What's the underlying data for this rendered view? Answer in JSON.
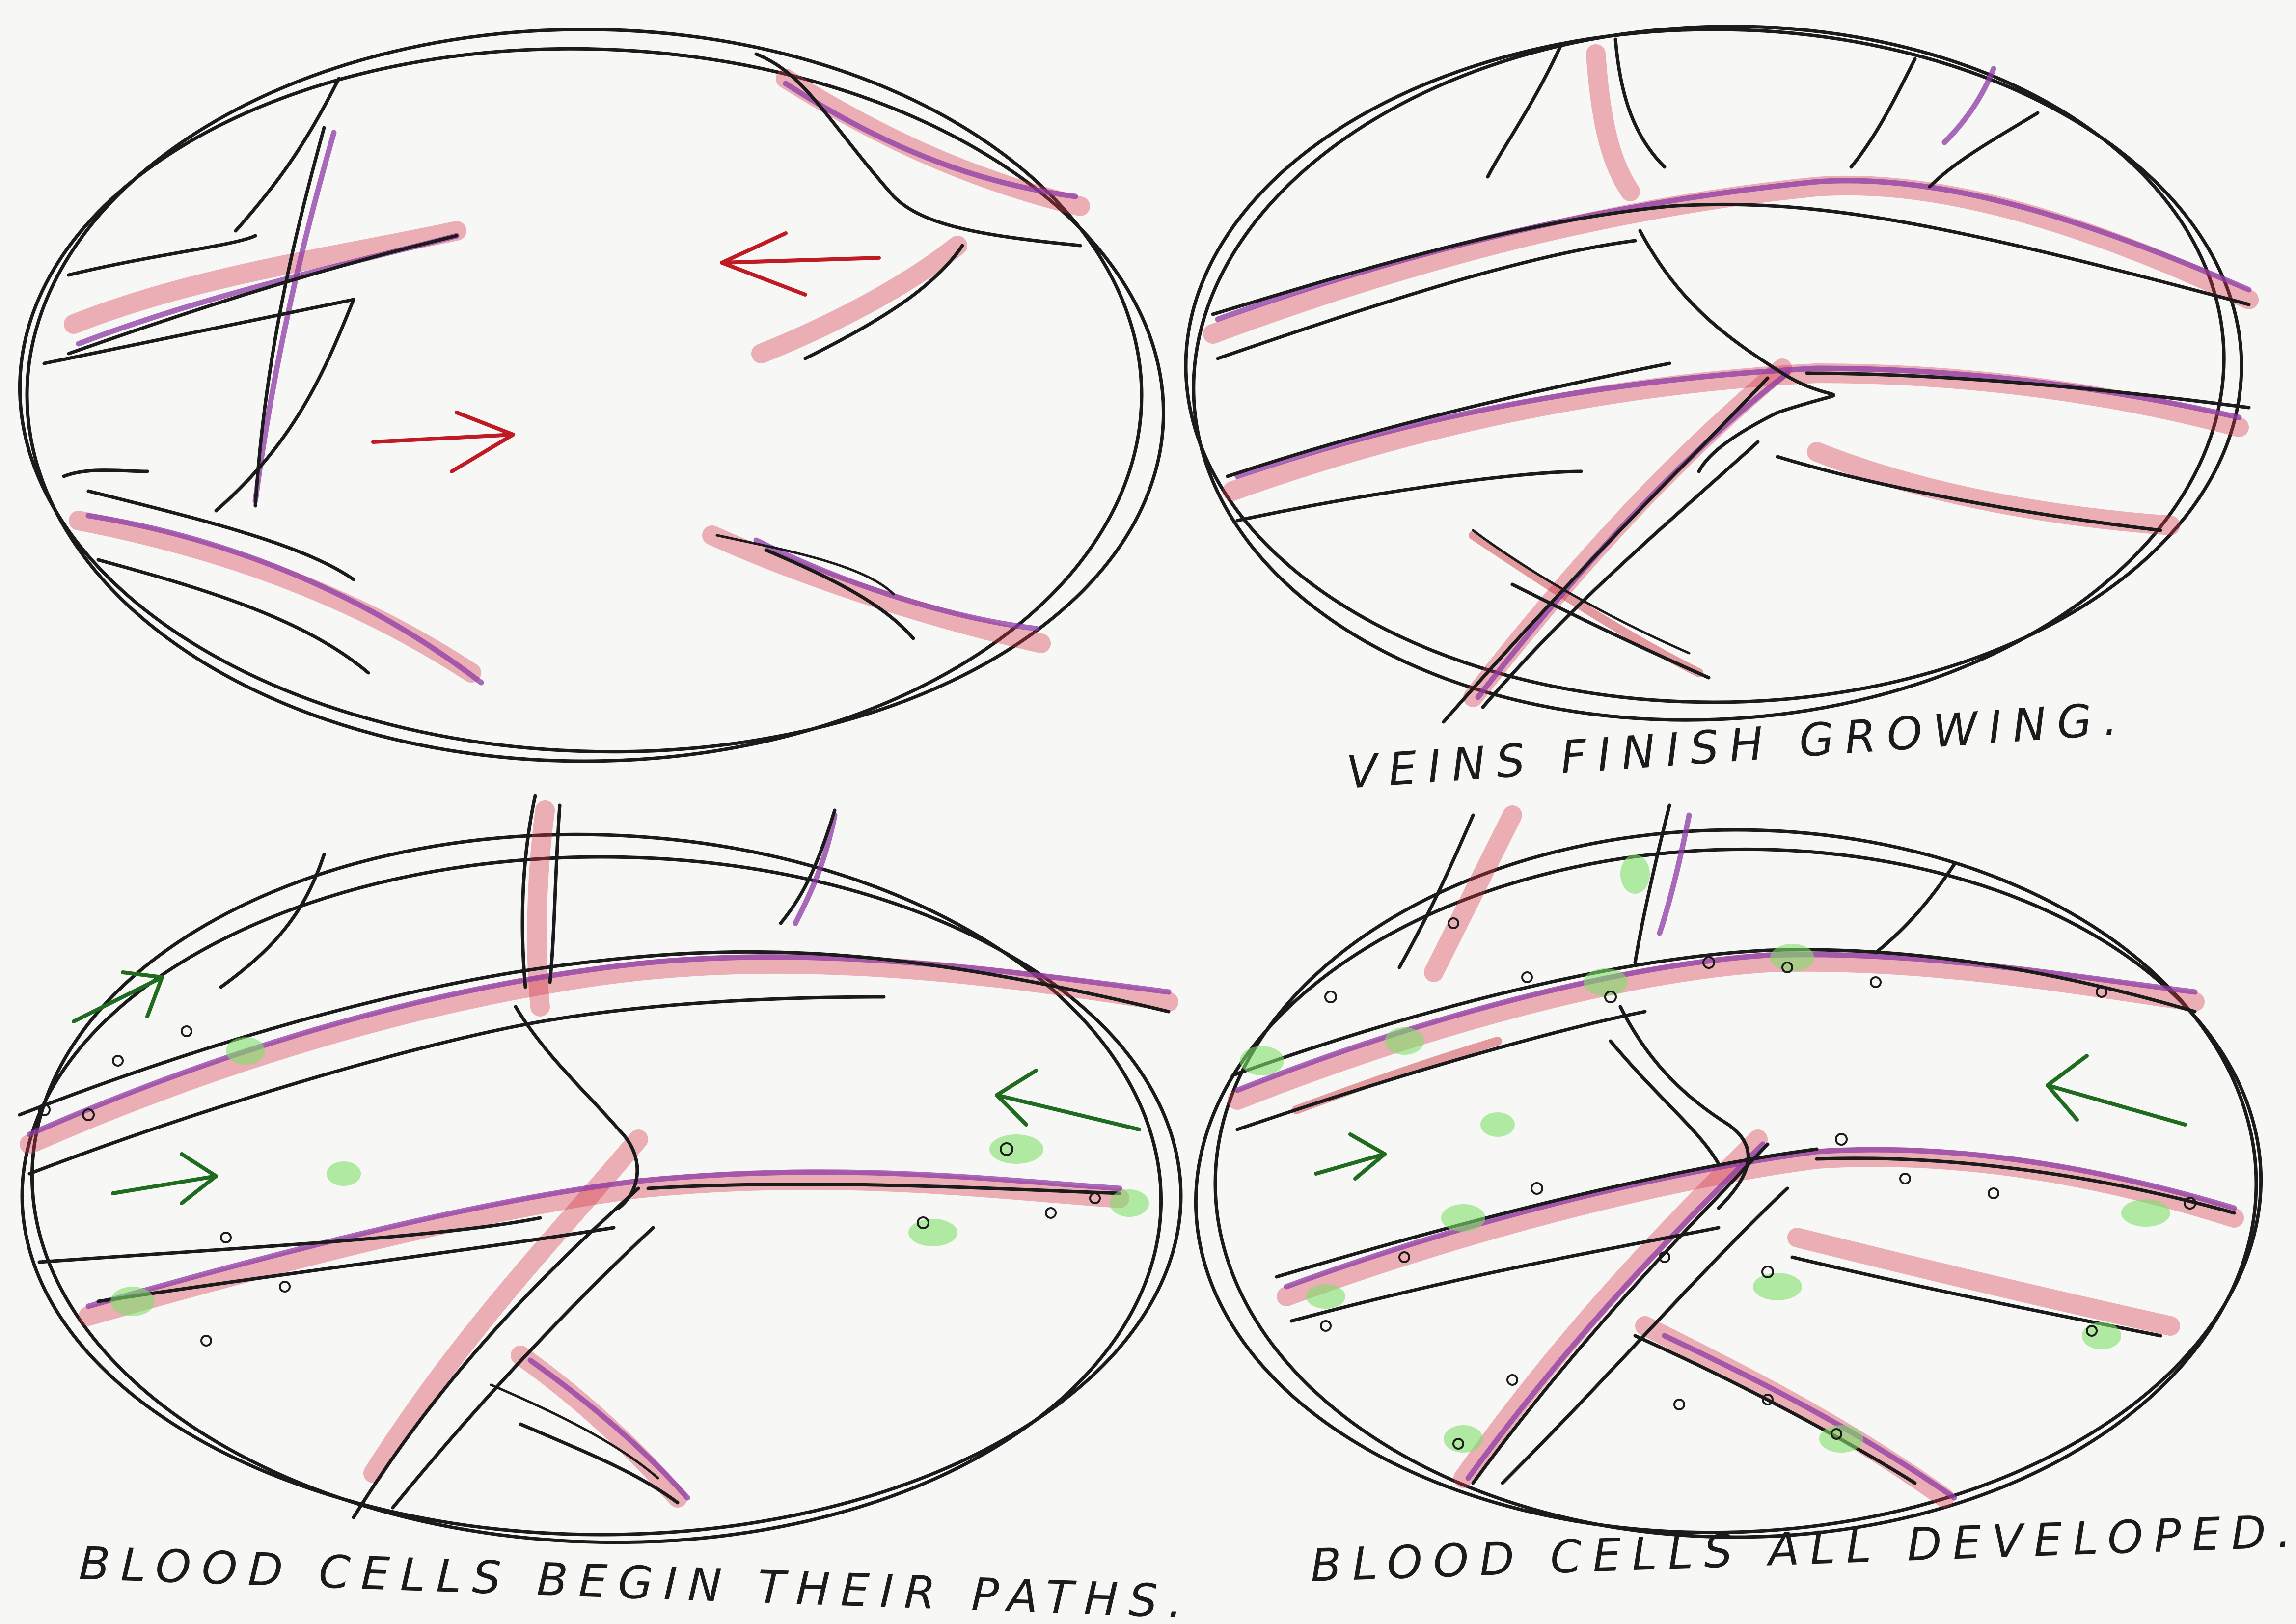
{
  "captions": {
    "panel_2": "VEINS FINISH GROWING.",
    "panel_3": "BLOOD CELLS BEGIN THEIR PATHS.",
    "panel_4": "BLOOD CELLS ALL DEVELOPED."
  },
  "colors": {
    "ink": "#1b1b1b",
    "vein_red": "#d6364a",
    "vein_purple": "#8e3aa6",
    "arrow_red": "#c01a24",
    "arrow_green": "#1f6b1f",
    "blood_cell_green": "#7fe06a"
  }
}
